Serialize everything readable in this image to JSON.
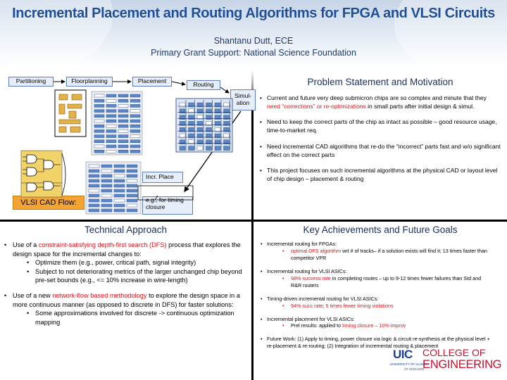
{
  "header": {
    "title": "Incremental Placement and Routing Algorithms for FPGA and VLSI Circuits",
    "author": "Shantanu Dutt, ECE",
    "grant": "Primary Grant Support: National Science Foundation"
  },
  "flow": {
    "partitioning": "Partitioning",
    "floorplanning": "Floorplanning",
    "placement": "Placement",
    "routing": "Routing",
    "simulation_line1": "Simul-",
    "simulation_line2": "ation",
    "incr_place": "Incr. Place",
    "timing_line1": "e.g., for timing",
    "timing_line2": "closure",
    "cad_flow": "VLSI CAD Flow:"
  },
  "problem": {
    "title": "Problem Statement and Motivation",
    "bullets": {
      "b1_pre": "Current and future very deep submicron chips are so complex and minute that they ",
      "b1_red": "need “corrections” or re-optimizations",
      "b1_post": " in small parts after initial design & simul.",
      "b2": "Need to keep the correct parts of the chip as intact as possible – good resource usage, time-to-market req.",
      "b3": "Need incremental CAD algorithms that re-do the “incorrect” parts fast and w/o significant effect on the correct parts",
      "b4": "This project focuses on such incremental algorithms at the physical CAD or layout level of chip design –  placement & routing"
    }
  },
  "technical": {
    "title": "Technical Approach",
    "b1_pre": "Use of a ",
    "b1_red": "constraint-satisfying depth-first search (DFS)",
    "b1_post": " process that explores the design space for the incremental changes to:",
    "b1_sub1": "Optimize them (e.g., power, critical path, signal integrity)",
    "b1_sub2": "Subject to not deteriorating metrics of the larger unchanged chip beyond pre-set bounds (e.g., <= 10% increase in wire-length)",
    "b2_pre": "Use of a new ",
    "b2_red": "network-flow based methodology",
    "b2_post": " to explore the design space in a more continuous manner (as opposed to discrete in DFS) for faster solutions:",
    "b2_sub1": "Some approximations involved for discrete -> continuous optimization mapping"
  },
  "achievements": {
    "title": "Key Achievements and Future Goals",
    "i1": "Incremental routing for FPGAs:",
    "i1_sub_red": "optimal DFS algorithm",
    "i1_sub_post": " wrt # of tracks– if a solution exists will find it; 13 times faster than competitor VPR",
    "i2": "Incremental routing for VLSI ASICs:",
    "i2_sub_red": "98% success rate",
    "i2_sub_post": " in completing routes – up to 9-12 times fewer failures than Std and R&R routers",
    "i3": "Timing-driven incremental routing for VLSI ASICs:",
    "i3_sub_red": "94% succ rate; 5 times fewer timing violations",
    "i4": "Incremental placement for VLSI ASICs:",
    "i4_sub_pre": "Prel results: applied to ",
    "i4_sub_red": "timing closure – 10% improv",
    "i5": "Future Work: (1) Apply to timing, power closure via logic & circuit re-synthesis at the physical level + re-placement & re-routing; (2) Integration of incremental routing & placement"
  },
  "logo": {
    "uic": "UIC",
    "univ1": "UNIVERSITY OF ILLINOIS",
    "univ2": "AT CHICAGO",
    "college": "COLLEGE OF",
    "engineering": "ENGINEERING"
  },
  "colors": {
    "title_blue": "#1f4e99",
    "highlight_red": "#e0131b",
    "flow_orange": "#f4a433",
    "uic_blue": "#1b3f8f",
    "uic_red": "#c8102e"
  }
}
